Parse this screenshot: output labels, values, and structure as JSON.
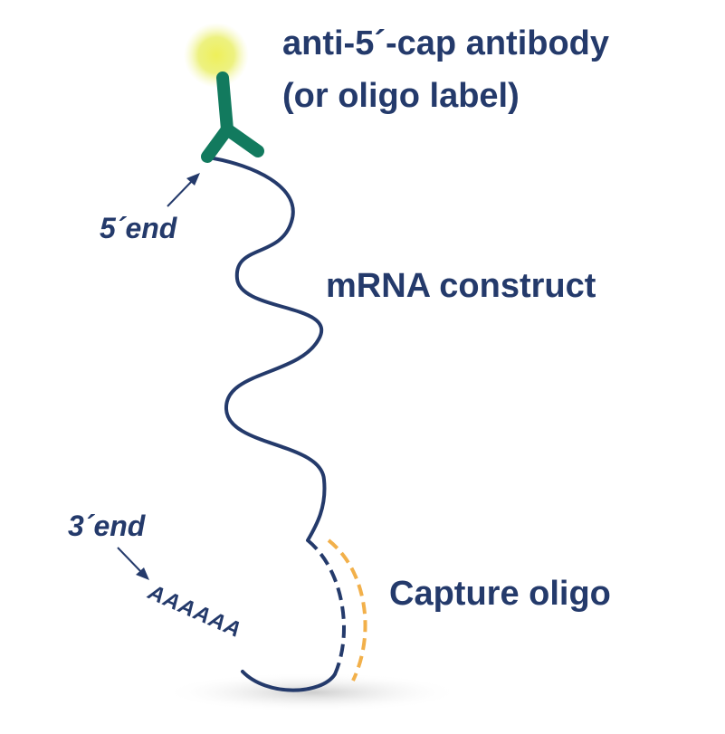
{
  "labels": {
    "antibody_line1": "anti-5´-cap antibody",
    "antibody_line2": "(or oligo label)",
    "five_end": "5´end",
    "mrna": "mRNA construct",
    "three_end": "3´end",
    "poly_a": "AAAAAA",
    "capture": "Capture oligo"
  },
  "colors": {
    "text": "#243a6b",
    "mrna_strand": "#243a6b",
    "antibody": "#127a5e",
    "glow": "#e8ec5a",
    "capture_oligo": "#f2b04a",
    "shadow": "#d2d2d2"
  }
}
